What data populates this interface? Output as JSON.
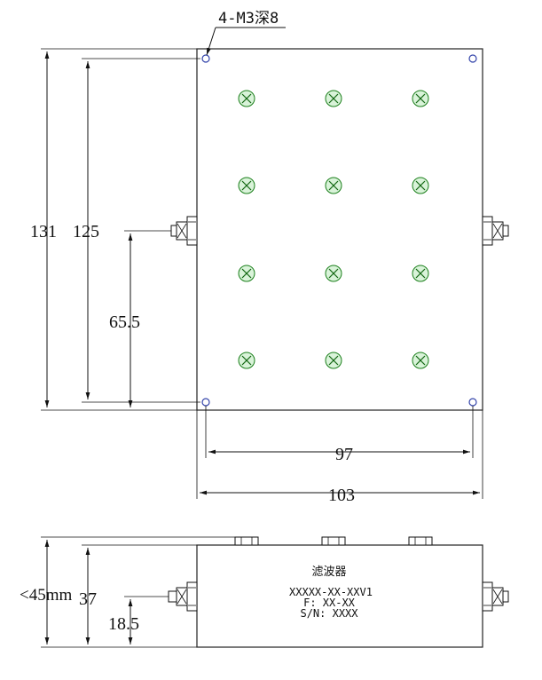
{
  "top_view": {
    "note": "4-M3深8",
    "dim_height_total": "131",
    "dim_height_holes": "125",
    "dim_connector_height": "65.5",
    "dim_width_holes": "97",
    "dim_width_total": "103",
    "tuning_screws": {
      "rows": 4,
      "cols": 3
    }
  },
  "side_view": {
    "dim_height_limit": "<45mm",
    "dim_height_body": "37",
    "dim_connector_height": "18.5",
    "label": {
      "name": "滤波器",
      "model": "XXXXX-XX-XXV1",
      "freq": "F: XX-XX",
      "serial": "S/N: XXXX"
    }
  }
}
